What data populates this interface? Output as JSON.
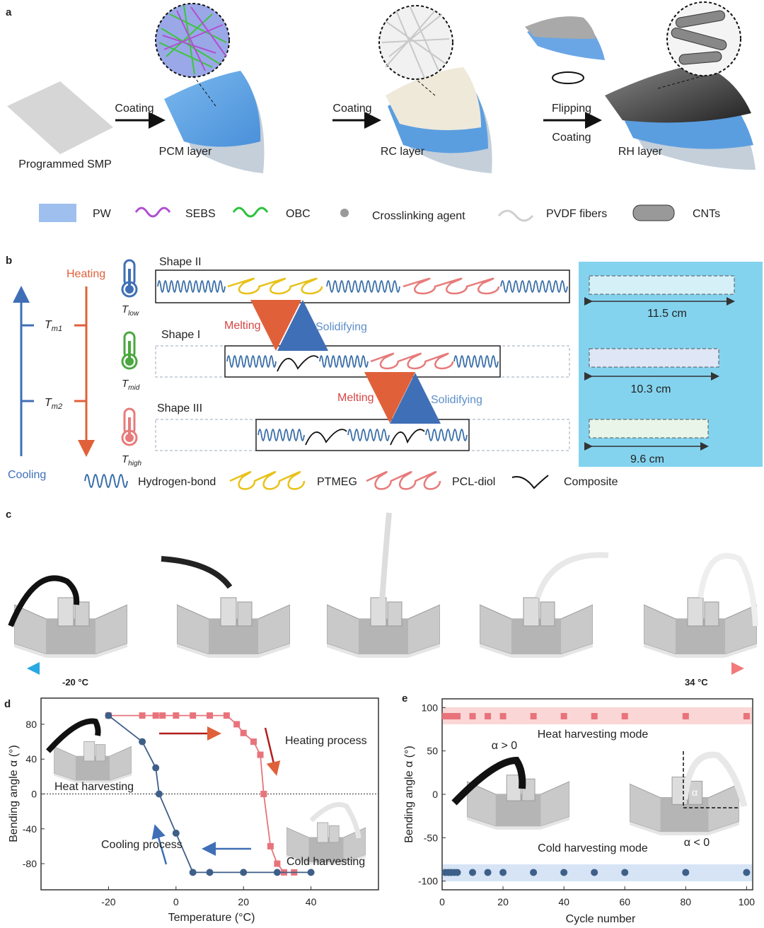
{
  "panel_a": {
    "letter": "a",
    "steps": [
      {
        "label": "Programmed SMP"
      },
      {
        "arrow": "Coating",
        "label": "PCM layer"
      },
      {
        "arrow": "Coating",
        "label": "RC layer"
      },
      {
        "arrow_top": "Flipping",
        "arrow_bottom": "Coating",
        "label": "RH layer"
      }
    ],
    "legend": [
      "PW",
      "SEBS",
      "OBC",
      "Crosslinking agent",
      "PVDF fibers",
      "CNTs"
    ]
  },
  "panel_b": {
    "letter": "b",
    "heating": "Heating",
    "cooling": "Cooling",
    "tm1": "T",
    "tm1_sub": "m1",
    "tm2": "T",
    "tm2_sub": "m2",
    "t_low": "T",
    "t_low_sub": "low",
    "t_mid": "T",
    "t_mid_sub": "mid",
    "t_high": "T",
    "t_high_sub": "high",
    "shape2": "Shape II",
    "shape1": "Shape I",
    "shape3": "Shape III",
    "melting": "Melting",
    "solidifying": "Solidifying",
    "lengths": [
      "11.5 cm",
      "10.3 cm",
      "9.6 cm"
    ],
    "legend": [
      "Hydrogen-bond",
      "PTMEG",
      "PCL-diol",
      "Composite"
    ],
    "colors": {
      "blue": "#3a6ea8",
      "yellow": "#e8c21a",
      "pink": "#e77b7b",
      "heat": "#e0603a",
      "cool": "#3f6fb6",
      "photo_bg": "#84d3ee"
    }
  },
  "panel_c": {
    "letter": "c",
    "temp_low": "-20 °C",
    "temp_high": "34 °C"
  },
  "chart_data": [
    {
      "panel": "d",
      "type": "line",
      "xlabel": "Temperature (°C)",
      "ylabel": "Bending angle α (°)",
      "xlim": [
        -40,
        60
      ],
      "ylim": [
        -110,
        110
      ],
      "xticks": [
        -20,
        0,
        20,
        40
      ],
      "yticks": [
        80,
        40,
        0,
        -40,
        -80
      ],
      "series": [
        {
          "name": "Heating process",
          "marker": "square",
          "color": "#e8737b",
          "x": [
            -20,
            -10,
            -6,
            -4,
            0,
            5,
            10,
            15,
            18,
            20,
            23,
            25,
            26,
            28,
            30,
            32,
            35
          ],
          "y": [
            90,
            90,
            90,
            90,
            90,
            90,
            90,
            90,
            80,
            70,
            60,
            45,
            0,
            -60,
            -80,
            -90,
            -90
          ]
        },
        {
          "name": "Cooling process",
          "marker": "circle",
          "color": "#3e5f88",
          "x": [
            40,
            30,
            20,
            10,
            5,
            0,
            -5,
            -6,
            -10,
            -20
          ],
          "y": [
            -90,
            -90,
            -90,
            -90,
            -90,
            -45,
            0,
            30,
            60,
            90
          ]
        }
      ],
      "annotations": [
        "Heating process",
        "Cooling process",
        "Heat harvesting",
        "Cold harvesting"
      ]
    },
    {
      "panel": "e",
      "type": "scatter",
      "xlabel": "Cycle number",
      "ylabel": "Bending angle α (°)",
      "xlim": [
        0,
        102
      ],
      "ylim": [
        -110,
        110
      ],
      "xticks": [
        0,
        20,
        40,
        60,
        80,
        100
      ],
      "yticks": [
        100,
        50,
        0,
        -50,
        -100
      ],
      "series": [
        {
          "name": "Heat harvesting mode",
          "marker": "square",
          "color": "#e8737b",
          "x": [
            1,
            2,
            3,
            4,
            5,
            10,
            15,
            20,
            30,
            40,
            50,
            60,
            80,
            100
          ],
          "y": [
            90,
            90,
            90,
            90,
            90,
            90,
            90,
            90,
            90,
            90,
            90,
            90,
            90,
            90
          ]
        },
        {
          "name": "Cold harvesting mode",
          "marker": "circle",
          "color": "#3e5f88",
          "x": [
            1,
            2,
            3,
            4,
            5,
            10,
            15,
            20,
            30,
            40,
            50,
            60,
            80,
            100
          ],
          "y": [
            -90,
            -90,
            -90,
            -90,
            -90,
            -90,
            -90,
            -90,
            -90,
            -90,
            -90,
            -90,
            -90,
            -90
          ]
        }
      ],
      "annotations": [
        "Heat harvesting mode",
        "Cold harvesting mode",
        "α > 0",
        "α < 0",
        "α"
      ]
    }
  ]
}
